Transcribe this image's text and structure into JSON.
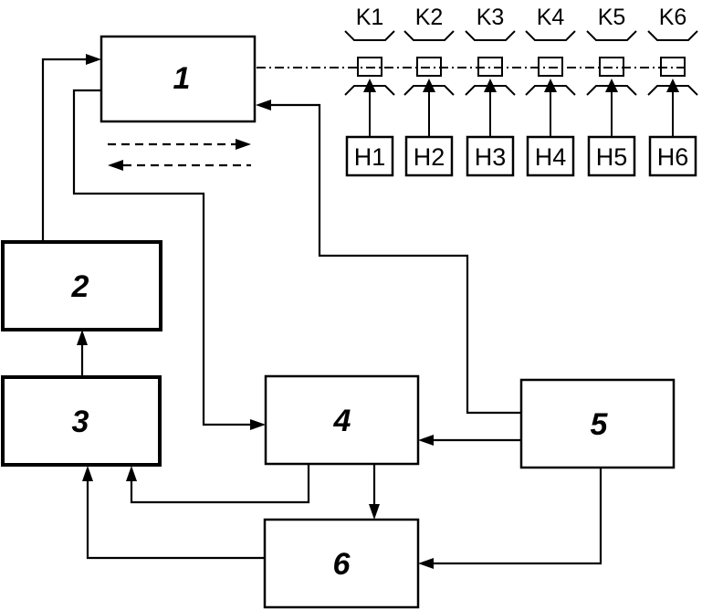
{
  "blocks": [
    {
      "id": "1",
      "label": "1"
    },
    {
      "id": "2",
      "label": "2"
    },
    {
      "id": "3",
      "label": "3"
    },
    {
      "id": "4",
      "label": "4"
    },
    {
      "id": "5",
      "label": "5"
    },
    {
      "id": "6",
      "label": "6"
    }
  ],
  "sensors": [
    {
      "k": "K1",
      "h": "H1"
    },
    {
      "k": "K2",
      "h": "H2"
    },
    {
      "k": "K3",
      "h": "H3"
    },
    {
      "k": "K4",
      "h": "H4"
    },
    {
      "k": "K5",
      "h": "H5"
    },
    {
      "k": "K6",
      "h": "H6"
    }
  ]
}
